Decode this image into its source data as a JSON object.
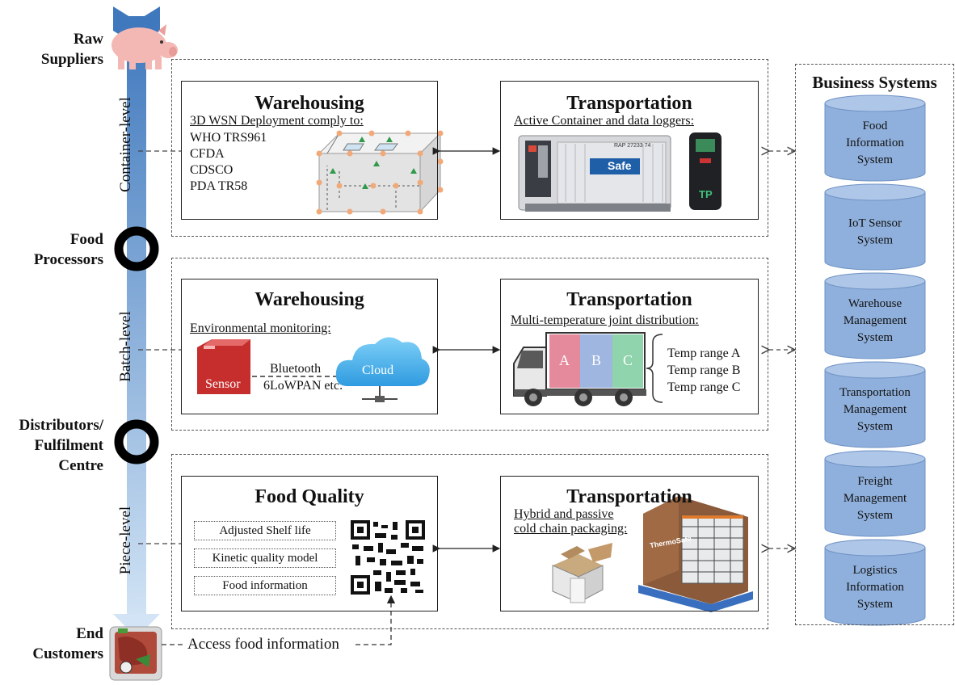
{
  "stages": {
    "raw": "Raw Suppliers",
    "processors": "Food Processors",
    "distributors": "Distributors/ Fulfilment Centre",
    "customers": "End Customers"
  },
  "levels": {
    "container": "Container-level",
    "batch": "Batch-level",
    "piece": "Piece-level"
  },
  "container_row": {
    "warehousing": {
      "title": "Warehousing",
      "subtitle": "3D WSN Deployment comply to:",
      "items": [
        "WHO TRS961",
        "CFDA",
        "CDSCO",
        "PDA TR58"
      ]
    },
    "transportation": {
      "title": "Transportation",
      "subtitle": "Active Container and data loggers:",
      "container_brand": "Safe",
      "container_code": "RAP 27233 74",
      "logger_mark": "TP"
    }
  },
  "batch_row": {
    "warehousing": {
      "title": "Warehousing",
      "subtitle": "Environmental monitoring:",
      "sensor": "Sensor",
      "link_top": "Bluetooth",
      "link_bottom": "6LoWPAN etc.",
      "cloud": "Cloud"
    },
    "transportation": {
      "title": "Transportation",
      "subtitle": "Multi-temperature joint distribution:",
      "compartments": [
        "A",
        "B",
        "C"
      ],
      "ranges": [
        "Temp range A",
        "Temp range B",
        "Temp range C"
      ]
    }
  },
  "piece_row": {
    "quality": {
      "title": "Food Quality",
      "items": [
        "Adjusted Shelf life",
        "Kinetic quality model",
        "Food information"
      ]
    },
    "transportation": {
      "title": "Transportation",
      "subtitle_1": "Hybrid and passive",
      "subtitle_2": "cold chain packaging:",
      "brand": "ThermoSafe"
    }
  },
  "access_label": "Access food information",
  "business": {
    "title": "Business Systems",
    "systems": [
      [
        "Food",
        "Information",
        "System"
      ],
      [
        "IoT Sensor",
        "System"
      ],
      [
        "Warehouse",
        "Management",
        "System"
      ],
      [
        "Transportation",
        "Management",
        "System"
      ],
      [
        "Freight",
        "Management",
        "System"
      ],
      [
        "Logistics",
        "Information",
        "System"
      ]
    ]
  },
  "colors": {
    "pipeline_top": "#3f78bd",
    "pipeline_bottom": "#c9def2",
    "cylinder": "#8fb0dc",
    "cylinder_top": "#aec6e8",
    "compartment_a": "#e48a9c",
    "compartment_b": "#9fb6e0",
    "compartment_c": "#8fd4ac"
  }
}
